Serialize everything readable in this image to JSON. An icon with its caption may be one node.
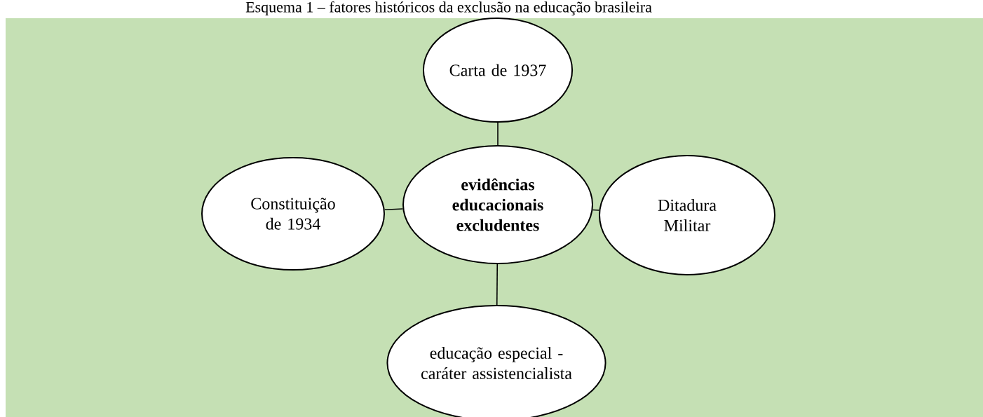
{
  "diagram": {
    "title": "Esquema 1 – fatores históricos da exclusão na educação brasileira",
    "nodes": [
      {
        "text": [
          "Carta de 1937"
        ]
      },
      {
        "text": [
          "Constituição de 1934"
        ]
      },
      {
        "text": [
          "evidências educacionais excludentes"
        ]
      },
      {
        "text": [
          "Ditadura Militar"
        ]
      },
      {
        "text": [
          "educação especial - caráter assistencialista"
        ]
      }
    ],
    "edges": [
      {
        "from": 2,
        "to": 0,
        "arrow": "none"
      },
      {
        "from": 2,
        "to": 1,
        "arrow": "none"
      },
      {
        "from": 2,
        "to": 3,
        "arrow": "none"
      },
      {
        "from": 2,
        "to": 4,
        "arrow": "none"
      }
    ]
  }
}
